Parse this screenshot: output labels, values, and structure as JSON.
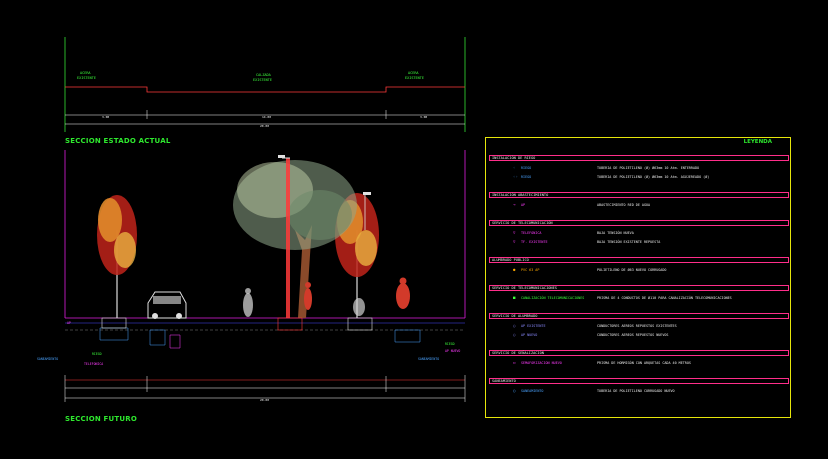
{
  "drawing": {
    "upper_section_title": "SECCION ESTADO ACTUAL",
    "lower_section_title": "SECCION FUTURO"
  },
  "legend": {
    "title": "LEYENDA",
    "sections": [
      {
        "label": "INSTALACIÓN DE RIEGO",
        "rows": [
          {
            "symbol": "◦",
            "name": "RIEGO",
            "desc": "TUBERIA DE POLIETILENO (Ø) Ø63mm 10 Atm. ENTERRADO",
            "color": "#4aa3ff"
          },
          {
            "symbol": "◦◦",
            "name": "RIEGO",
            "desc": "TUBERIA DE POLIETILENO (Ø) Ø63mm 10 Atm. AGUJEREADO (Ø)",
            "color": "#4aa3ff"
          }
        ]
      },
      {
        "label": "INSTALACIÓN ABASTECIMIENTO",
        "rows": [
          {
            "symbol": "⊸",
            "name": "AP",
            "desc": "ABASTECIMIENTO RED DE AGUA",
            "color": "#ff3cff"
          }
        ]
      },
      {
        "label": "SERVICIO DE TELECOMUNICACIÓN",
        "rows": [
          {
            "symbol": "▽",
            "name": "TELEFONICA",
            "desc": "BAJA TENSIÓN NUEVA",
            "color": "#ff3cff"
          },
          {
            "symbol": "▽",
            "name": "TF. EXISTENTE",
            "desc": "BAJA TENSIÓN EXISTENTE REPUESTA",
            "color": "#ff3cff"
          }
        ]
      },
      {
        "label": "ALUMBRADO PÚBLICO",
        "rows": [
          {
            "symbol": "●",
            "name": "PVC 63 AP",
            "desc": "POLIETILENO DE Ø63 NUEVO CORRUGADO",
            "color": "#ffaa00"
          }
        ]
      },
      {
        "label": "SERVICIO DE TELECOMUNICACIONES",
        "rows": [
          {
            "symbol": "■",
            "name": "CANALIZACIÓN TELECOMUNICACIONES",
            "desc": "PRISMA DE 4 CONDUCTOS DE Ø110 PARA CANALIZACIÓN TELECOMUNICACIONES",
            "color": "#3cff3c"
          }
        ]
      },
      {
        "label": "SERVICIO DE ALUMBRADO",
        "rows": [
          {
            "symbol": "○",
            "name": "AP EXISTENTE",
            "desc": "CONDUCTORES AEREOS REPUESTOS EXISTENTES",
            "color": "#8a8aff"
          },
          {
            "symbol": "○",
            "name": "AP NUEVO",
            "desc": "CONDUCTORES AEREOS REPUESTOS NUEVOS",
            "color": "#8a8aff"
          }
        ]
      },
      {
        "label": "SERVICIO DE SEÑALIZACIÓN",
        "rows": [
          {
            "symbol": "▭",
            "name": "SEMAFORIZACION NUEVO",
            "desc": "PRISMA DE HORMIGÓN CON ARQUETAS CADA 40 METROS",
            "color": "#ff3cff"
          }
        ]
      },
      {
        "label": "SANEAMIENTO",
        "rows": [
          {
            "symbol": "◯",
            "name": "SANEAMIENTO",
            "desc": "TUBERIA DE POLIETILENO CORRUGADO NUEVO",
            "color": "#4aa3ff"
          }
        ]
      }
    ]
  },
  "colors": {
    "frame_magenta": "#e01ee0",
    "dimension_red": "#ff3a3a",
    "legend_border": "#e6e60a",
    "section_title_green": "#2ee82e",
    "tree_orange": "#e08a2a",
    "tree_red": "#c0231a",
    "tree_big": "#8fa88a"
  },
  "icons": [
    "tree-autumn-icon",
    "tree-large-icon",
    "street-lamp-icon",
    "car-icon",
    "pedestrian-icon",
    "utility-box-icon"
  ]
}
